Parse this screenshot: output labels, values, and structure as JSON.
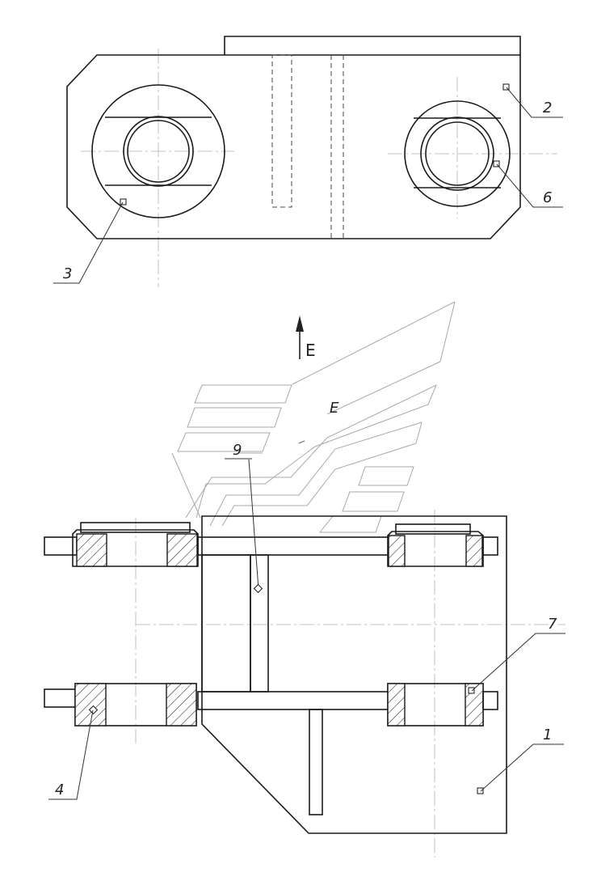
{
  "labels": {
    "part_1": "1",
    "part_2": "2",
    "part_3": "3",
    "part_4": "4",
    "part_6": "6",
    "part_7": "7",
    "part_9": "9",
    "view_arrow": "E",
    "view_e": "E"
  }
}
